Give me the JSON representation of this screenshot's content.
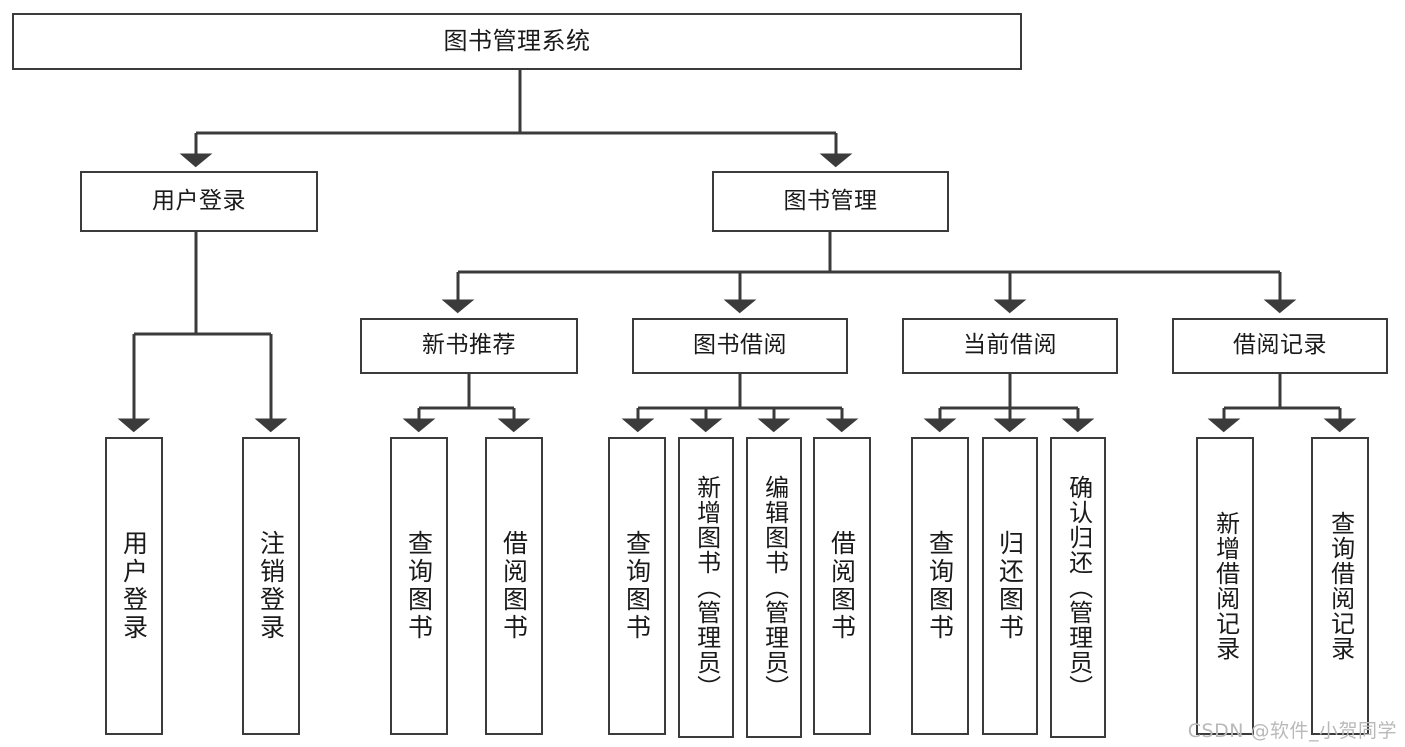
{
  "diagram": {
    "title": "图书管理系统",
    "type": "tree",
    "stroke_color": "#3b3b3b",
    "background_color": "#ffffff",
    "text_color": "#1a1a1a"
  },
  "nodes": {
    "root": {
      "label": "图书管理系统"
    },
    "level2": [
      {
        "id": "user-login",
        "label": "用户登录"
      },
      {
        "id": "book-manage",
        "label": "图书管理"
      }
    ],
    "level3": [
      {
        "id": "new-book-recommend",
        "label": "新书推荐"
      },
      {
        "id": "book-borrow",
        "label": "图书借阅"
      },
      {
        "id": "current-borrow",
        "label": "当前借阅"
      },
      {
        "id": "borrow-record",
        "label": "借阅记录"
      }
    ],
    "leaves": {
      "user_login": [
        {
          "id": "leaf-user-login",
          "label": "用户登录"
        },
        {
          "id": "leaf-logout-login",
          "label": "注销登录"
        }
      ],
      "new_book_recommend": [
        {
          "id": "leaf-query-book-1",
          "label": "查询图书"
        },
        {
          "id": "leaf-borrow-book-1",
          "label": "借阅图书"
        }
      ],
      "book_borrow": [
        {
          "id": "leaf-query-book-2",
          "label": "查询图书"
        },
        {
          "id": "leaf-add-book",
          "label": "新增图书（管理员）"
        },
        {
          "id": "leaf-edit-book",
          "label": "编辑图书（管理员）"
        },
        {
          "id": "leaf-borrow-book-2",
          "label": "借阅图书"
        }
      ],
      "current_borrow": [
        {
          "id": "leaf-query-book-3",
          "label": "查询图书"
        },
        {
          "id": "leaf-return-book",
          "label": "归还图书"
        },
        {
          "id": "leaf-confirm-return",
          "label": "确认归还（管理员）"
        }
      ],
      "borrow_record": [
        {
          "id": "leaf-add-record",
          "label": "新增借阅记录"
        },
        {
          "id": "leaf-query-record",
          "label": "查询借阅记录"
        }
      ]
    }
  },
  "watermark": {
    "text": "CSDN @软件_小贺同学"
  }
}
